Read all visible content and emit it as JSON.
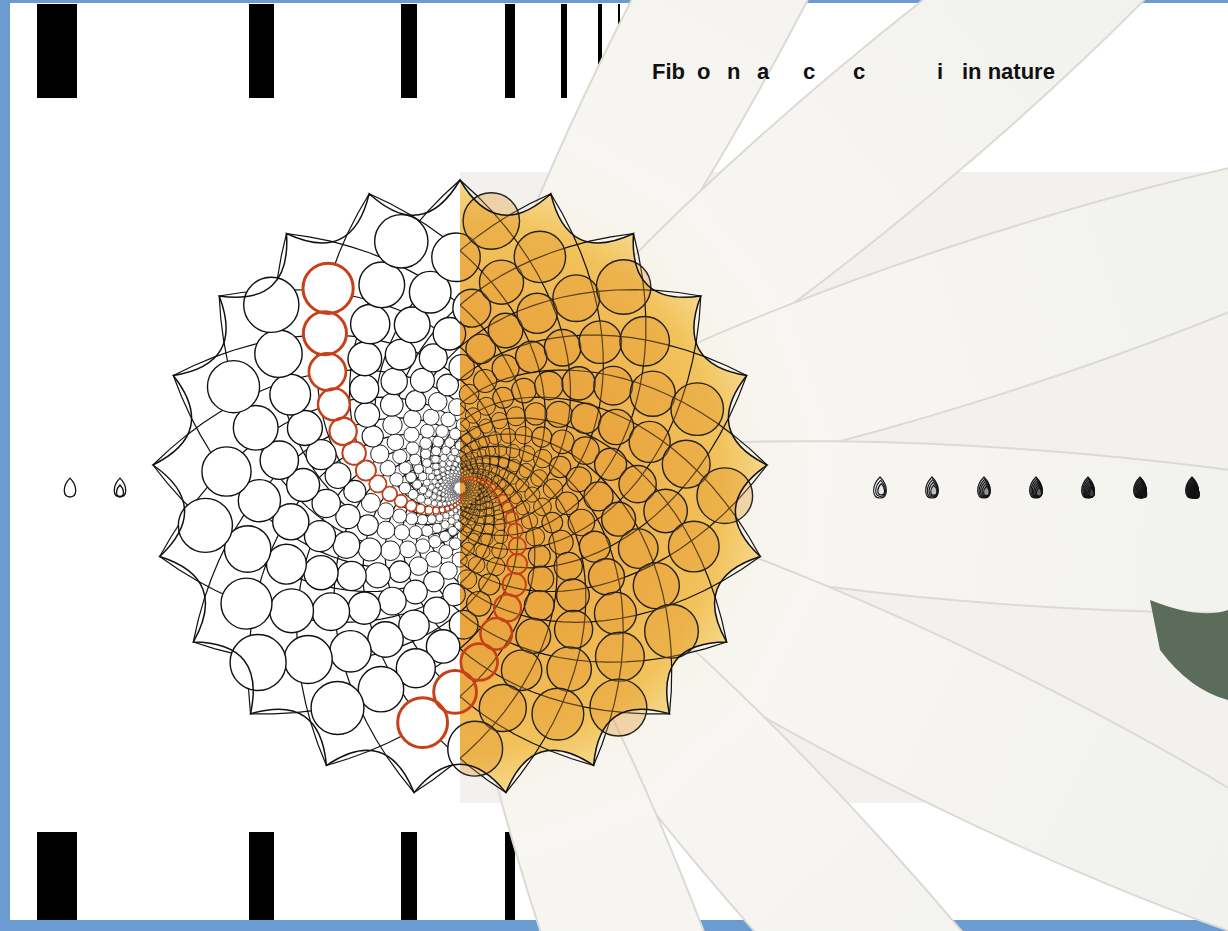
{
  "diagram": {
    "labels": [
      "Fib",
      "o",
      "n",
      "a",
      "c",
      "c",
      "i",
      "in nature"
    ]
  }
}
